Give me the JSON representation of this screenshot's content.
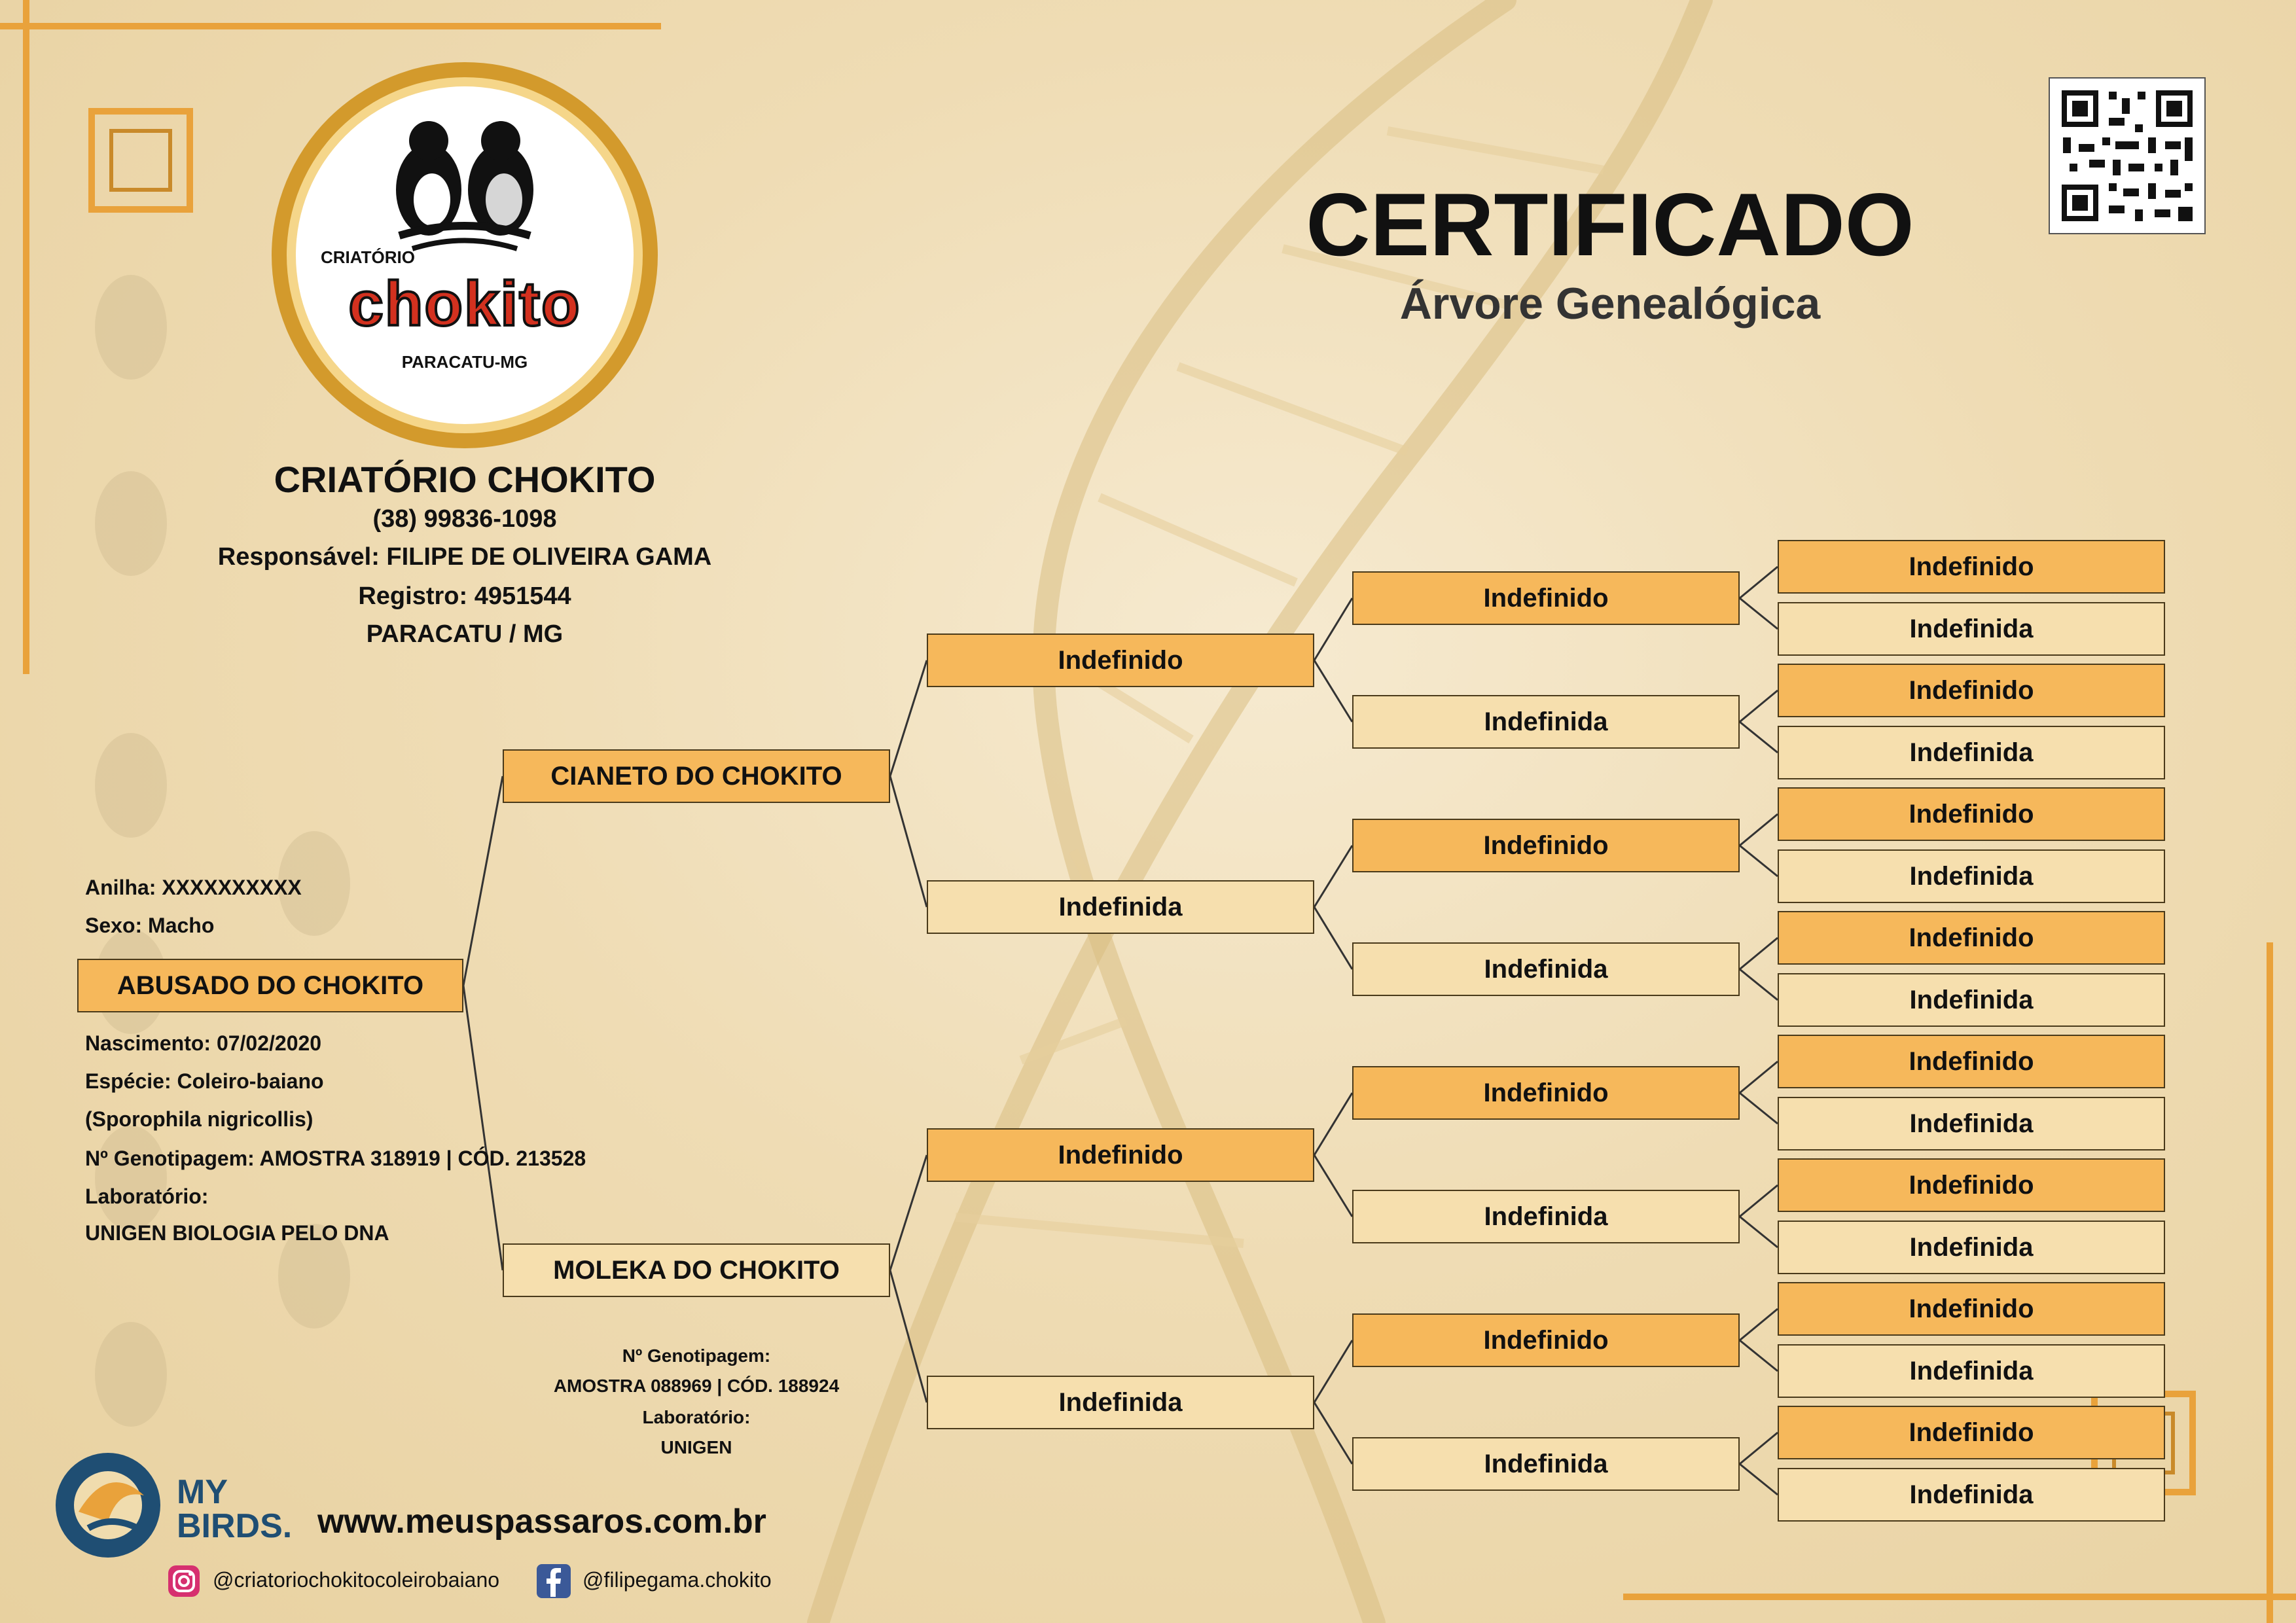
{
  "logo": {
    "top_text": "CRIATÓRIO",
    "brand": "chokito",
    "bottom_text": "PARACATU-MG"
  },
  "breeder": {
    "name": "CRIATÓRIO CHOKITO",
    "phone": "(38) 99836-1098",
    "responsible": "Responsável: FILIPE DE OLIVEIRA GAMA",
    "registry": "Registro: 4951544",
    "city": "PARACATU / MG"
  },
  "title": "CERTIFICADO",
  "subtitle": "Árvore Genealógica",
  "bird": {
    "name": "ABUSADO DO CHOKITO",
    "ring": "Anilha: XXXXXXXXXX",
    "sex": "Sexo: Macho",
    "birth": "Nascimento: 07/02/2020",
    "species": "Espécie: Coleiro-baiano",
    "scientific": "(Sporophila nigricollis)",
    "genotyping": "Nº Genotipagem: AMOSTRA 318919 | CÓD. 213528",
    "lab_label": "Laboratório:",
    "lab": "UNIGEN BIOLOGIA PELO DNA"
  },
  "father": {
    "name": "CIANETO DO CHOKITO"
  },
  "mother": {
    "name": "MOLEKA DO CHOKITO",
    "genotyping_label": "Nº Genotipagem:",
    "genotyping": "AMOSTRA 088969 | CÓD. 188924",
    "lab_label": "Laboratório:",
    "lab": "UNIGEN"
  },
  "grandparents": [
    "Indefinido",
    "Indefinida",
    "Indefinido",
    "Indefinida"
  ],
  "great_grandparents": [
    "Indefinido",
    "Indefinida",
    "Indefinido",
    "Indefinida",
    "Indefinido",
    "Indefinida",
    "Indefinido",
    "Indefinida"
  ],
  "great_great_grandparents": [
    "Indefinido",
    "Indefinida",
    "Indefinido",
    "Indefinida",
    "Indefinido",
    "Indefinida",
    "Indefinido",
    "Indefinida",
    "Indefinido",
    "Indefinida",
    "Indefinido",
    "Indefinida",
    "Indefinido",
    "Indefinida",
    "Indefinido",
    "Indefinida"
  ],
  "footer": {
    "brand_line1": "MY",
    "brand_line2": "BIRDS.",
    "website": "www.meuspassaros.com.br",
    "instagram": "@criatoriochokitocoleirobaiano",
    "facebook": "@filipegama.chokito"
  },
  "colors": {
    "dark_box": "#f6b85b",
    "light_box": "#f6dfae",
    "gold": "#e9a23b",
    "background": "#efdcb4"
  }
}
